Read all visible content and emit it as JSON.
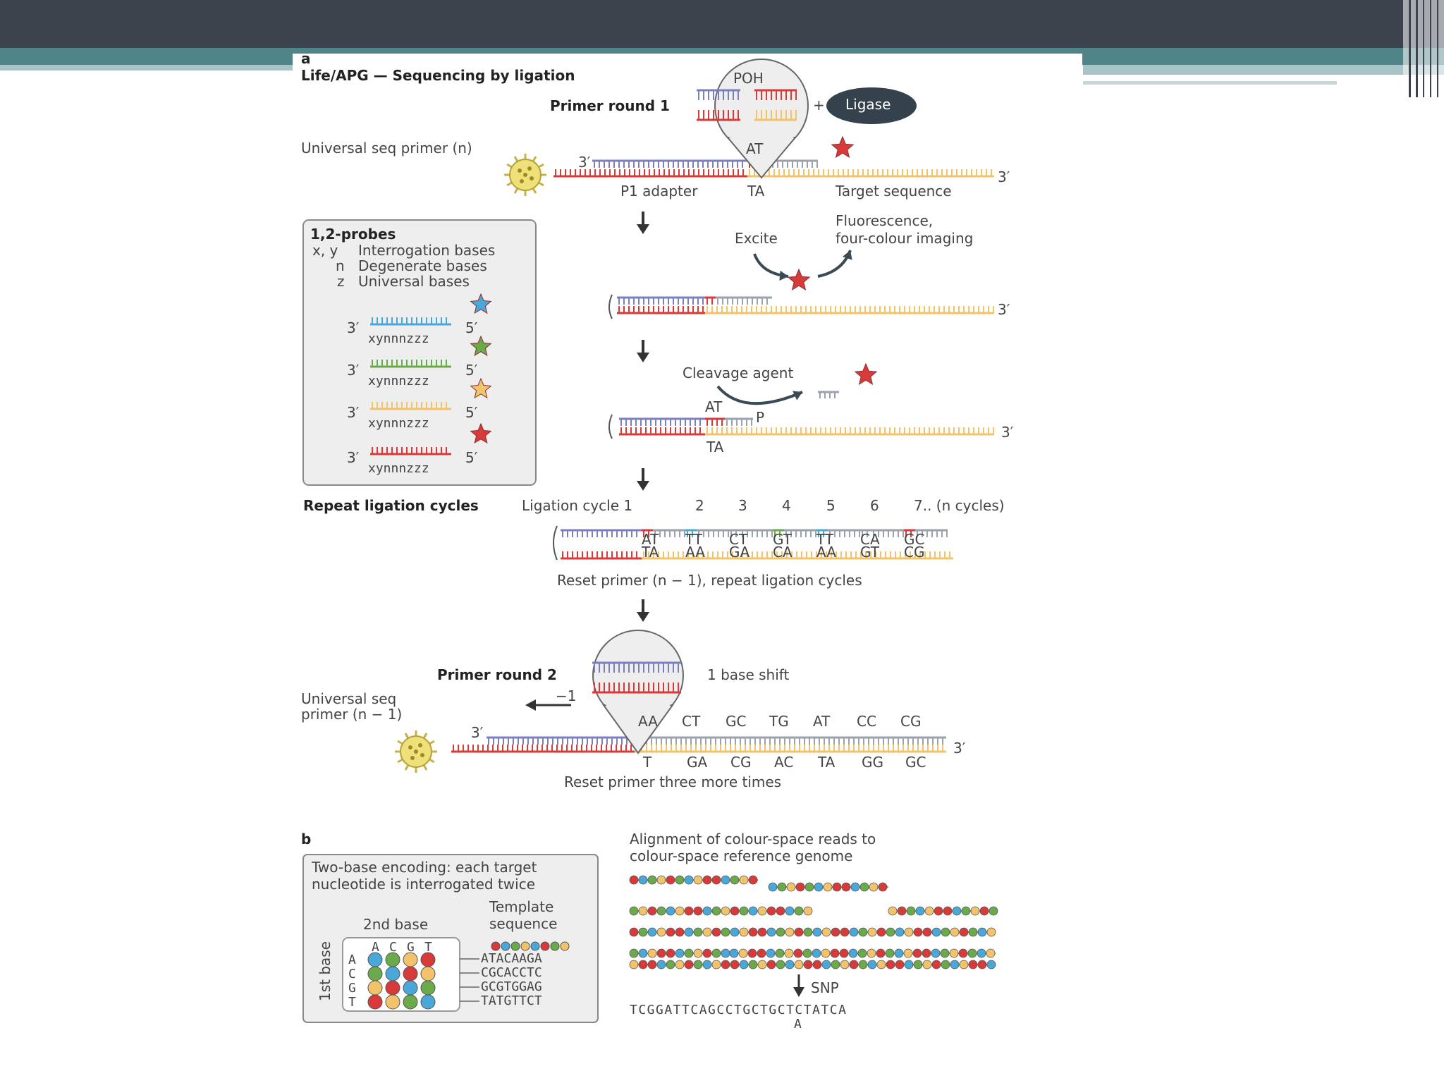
{
  "slide": {
    "header_color": "#3c434c",
    "accent_color": "#4f8488",
    "band_color": "#d4e0e1"
  },
  "panel_a": {
    "letter": "a",
    "title": "Life/APG — Sequencing by ligation",
    "primer_round1": "Primer round 1",
    "poh": "POH",
    "ligase": "Ligase",
    "plus": "+",
    "universal_primer": "Universal seq primer (n)",
    "three_prime": "3′",
    "five_prime": "5′",
    "at": "AT",
    "ta": "TA",
    "p1_adapter": "P1 adapter",
    "target_sequence": "Target sequence",
    "excite": "Excite",
    "fluorescence_1": "Fluorescence,",
    "fluorescence_2": "four-colour imaging",
    "cleavage_agent": "Cleavage agent",
    "p": "P",
    "probes": {
      "title": "1,2-probes",
      "legend": [
        {
          "sym": "x, y",
          "text": "Interrogation bases"
        },
        {
          "sym": "n",
          "text": "Degenerate bases"
        },
        {
          "sym": "z",
          "text": "Universal bases"
        }
      ],
      "probe_code": "xynnnzzz",
      "colors": [
        "#4aa8d8",
        "#6aaa4a",
        "#f3c36b",
        "#d83a3a"
      ]
    },
    "repeat": {
      "label": "Repeat ligation cycles",
      "cycle_label": "Ligation cycle 1",
      "cycle_numbers": [
        "2",
        "3",
        "4",
        "5",
        "6"
      ],
      "cycle_last": "7.. (n cycles)",
      "top_pairs": [
        "AT",
        "TT",
        "CT",
        "GT",
        "TT",
        "CA",
        "GC"
      ],
      "bottom_pairs": [
        "TA",
        "AA",
        "GA",
        "CA",
        "AA",
        "GT",
        "CG"
      ],
      "reset": "Reset primer (n − 1), repeat ligation cycles"
    },
    "round2": {
      "label": "Primer round 2",
      "shift": "1 base shift",
      "universal_1": "Universal seq",
      "universal_2": "primer (n − 1)",
      "minus_one": "−1",
      "top_pairs": [
        "AA",
        "CT",
        "GC",
        "TG",
        "AT",
        "CC",
        "CG"
      ],
      "bottom_pairs": [
        "T",
        "GA",
        "CG",
        "AC",
        "TA",
        "GG",
        "GC"
      ],
      "reset": "Reset primer three more times"
    }
  },
  "panel_b": {
    "letter": "b",
    "encoding_1": "Two-base encoding: each target",
    "encoding_2": "nucleotide is interrogated twice",
    "second_base": "2nd base",
    "first_base": "1st base",
    "template_1": "Template",
    "template_2": "sequence",
    "bases": [
      "A",
      "C",
      "G",
      "T"
    ],
    "matrix": [
      [
        "#4aa8d8",
        "#6aaa4a",
        "#f3c36b",
        "#d83a3a"
      ],
      [
        "#6aaa4a",
        "#4aa8d8",
        "#d83a3a",
        "#f3c36b"
      ],
      [
        "#f3c36b",
        "#d83a3a",
        "#4aa8d8",
        "#6aaa4a"
      ],
      [
        "#d83a3a",
        "#f3c36b",
        "#6aaa4a",
        "#4aa8d8"
      ]
    ],
    "templates": [
      "ATACAAGA",
      "CGCACCTC",
      "GCGTGGAG",
      "TATGTTCT"
    ],
    "alignment_1": "Alignment of colour-space reads to",
    "alignment_2": "colour-space reference genome",
    "snp": "SNP",
    "reference": "TCGGATTCAGCCTGCTGCTCTATCA",
    "snp_base": "A"
  }
}
